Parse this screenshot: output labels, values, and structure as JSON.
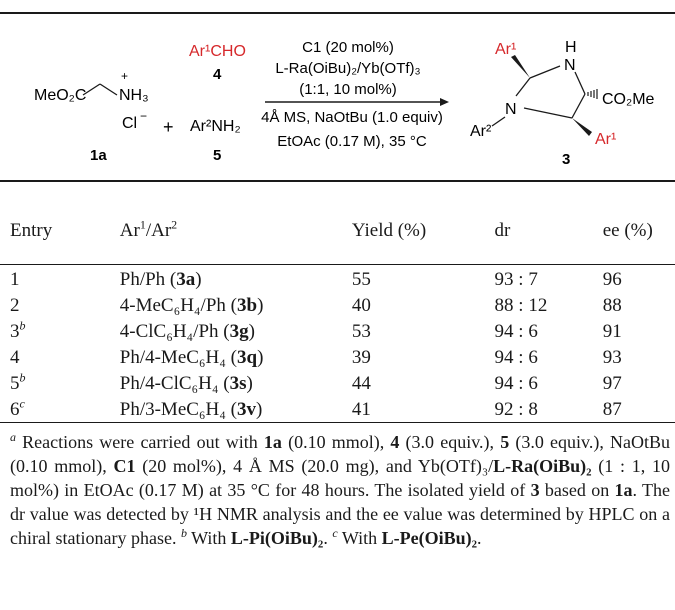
{
  "scheme": {
    "reactant1": {
      "formula": "MeO₂C",
      "amine": "NH₃",
      "charge_plus": "+",
      "counterion": "Cl",
      "charge_minus": "−",
      "label": "1a"
    },
    "plus": "+",
    "reactant2": {
      "top": "Ar¹CHO",
      "top_label": "4",
      "bottom": "Ar²NH₂",
      "bottom_label": "5"
    },
    "conditions": {
      "catalyst": "C1 (20 mol%)",
      "ligand": "L-Ra(OiBu)₂/Yb(OTf)₃",
      "ratio": "(1:1, 10 mol%)",
      "additives": "4Å MS, NaOtBu (1.0 equiv)",
      "solvent": "EtOAc (0.17 M), 35 °C"
    },
    "product": {
      "ar1_top": "Ar¹",
      "nh": "H",
      "n_top": "N",
      "n_bottom": "N",
      "ar2": "Ar²",
      "ester": "CO₂Me",
      "ar1_bottom": "Ar¹",
      "label": "3"
    }
  },
  "table": {
    "headers": [
      "Entry",
      "Ar¹/Ar²",
      "Yield (%)",
      "dr",
      "ee (%)"
    ],
    "rows": [
      {
        "entry": "1",
        "entry_sup": "",
        "ar_main": "Ph/Ph",
        "compound": "3a",
        "yield": "55",
        "dr": "93 : 7",
        "ee": "96"
      },
      {
        "entry": "2",
        "entry_sup": "",
        "ar_main": "4-MeC₆H₄/Ph",
        "compound": "3b",
        "yield": "40",
        "dr": "88 : 12",
        "ee": "88"
      },
      {
        "entry": "3",
        "entry_sup": "b",
        "ar_main": "4-ClC₆H₄/Ph",
        "compound": "3g",
        "yield": "53",
        "dr": "94 : 6",
        "ee": "91"
      },
      {
        "entry": "4",
        "entry_sup": "",
        "ar_main": "Ph/4-MeC₆H₄",
        "compound": "3q",
        "yield": "39",
        "dr": "94 : 6",
        "ee": "93"
      },
      {
        "entry": "5",
        "entry_sup": "b",
        "ar_main": "Ph/4-ClC₆H₄",
        "compound": "3s",
        "yield": "44",
        "dr": "94 : 6",
        "ee": "97"
      },
      {
        "entry": "6",
        "entry_sup": "c",
        "ar_main": "Ph/3-MeC₆H₄",
        "compound": "3v",
        "yield": "41",
        "dr": "92 : 8",
        "ee": "87"
      }
    ]
  },
  "footnote": {
    "a_mark": "a",
    "a_text_1": " Reactions were carried out with ",
    "a_1a": "1a",
    "a_text_2": " (0.10 mmol), ",
    "a_4": "4",
    "a_text_3": " (3.0 equiv.), ",
    "a_5": "5",
    "a_text_4": " (3.0 equiv.), NaOtBu (0.10 mmol), ",
    "a_c1": "C1",
    "a_text_5": " (20 mol%), 4 Å MS (20.0 mg), and Yb(OTf)₃/",
    "a_lig": "L-Ra(OiBu)₂",
    "a_text_6": " (1 : 1, 10 mol%) in EtOAc (0.17 M) at 35 °C for 48 hours. The isolated yield of ",
    "a_3": "3",
    "a_text_7": " based on ",
    "a_1a_2": "1a",
    "a_text_8": ". The dr value was detected by ¹H NMR analysis and the ee value was determined by HPLC on a chiral stationary phase. ",
    "b_mark": "b",
    "b_text": " With ",
    "b_lig": "L-Pi(OiBu)₂",
    "b_end": ".",
    "c_mark": "c",
    "c_text": " With ",
    "c_lig": "L-Pe(OiBu)₂",
    "c_end": "."
  },
  "colors": {
    "accent": "#d6282b",
    "text": "#1a1a1a"
  }
}
